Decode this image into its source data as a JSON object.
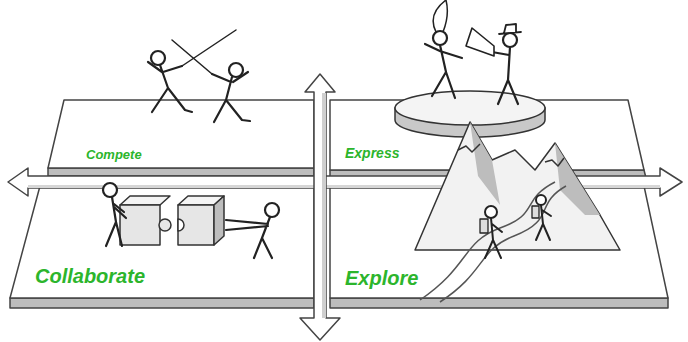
{
  "diagram": {
    "nodes": [
      {
        "text": [
          "Compete"
        ]
      },
      {
        "text": [
          "Express"
        ]
      },
      {
        "text": [
          "Collaborate"
        ]
      },
      {
        "text": [
          "Explore"
        ]
      }
    ]
  }
}
